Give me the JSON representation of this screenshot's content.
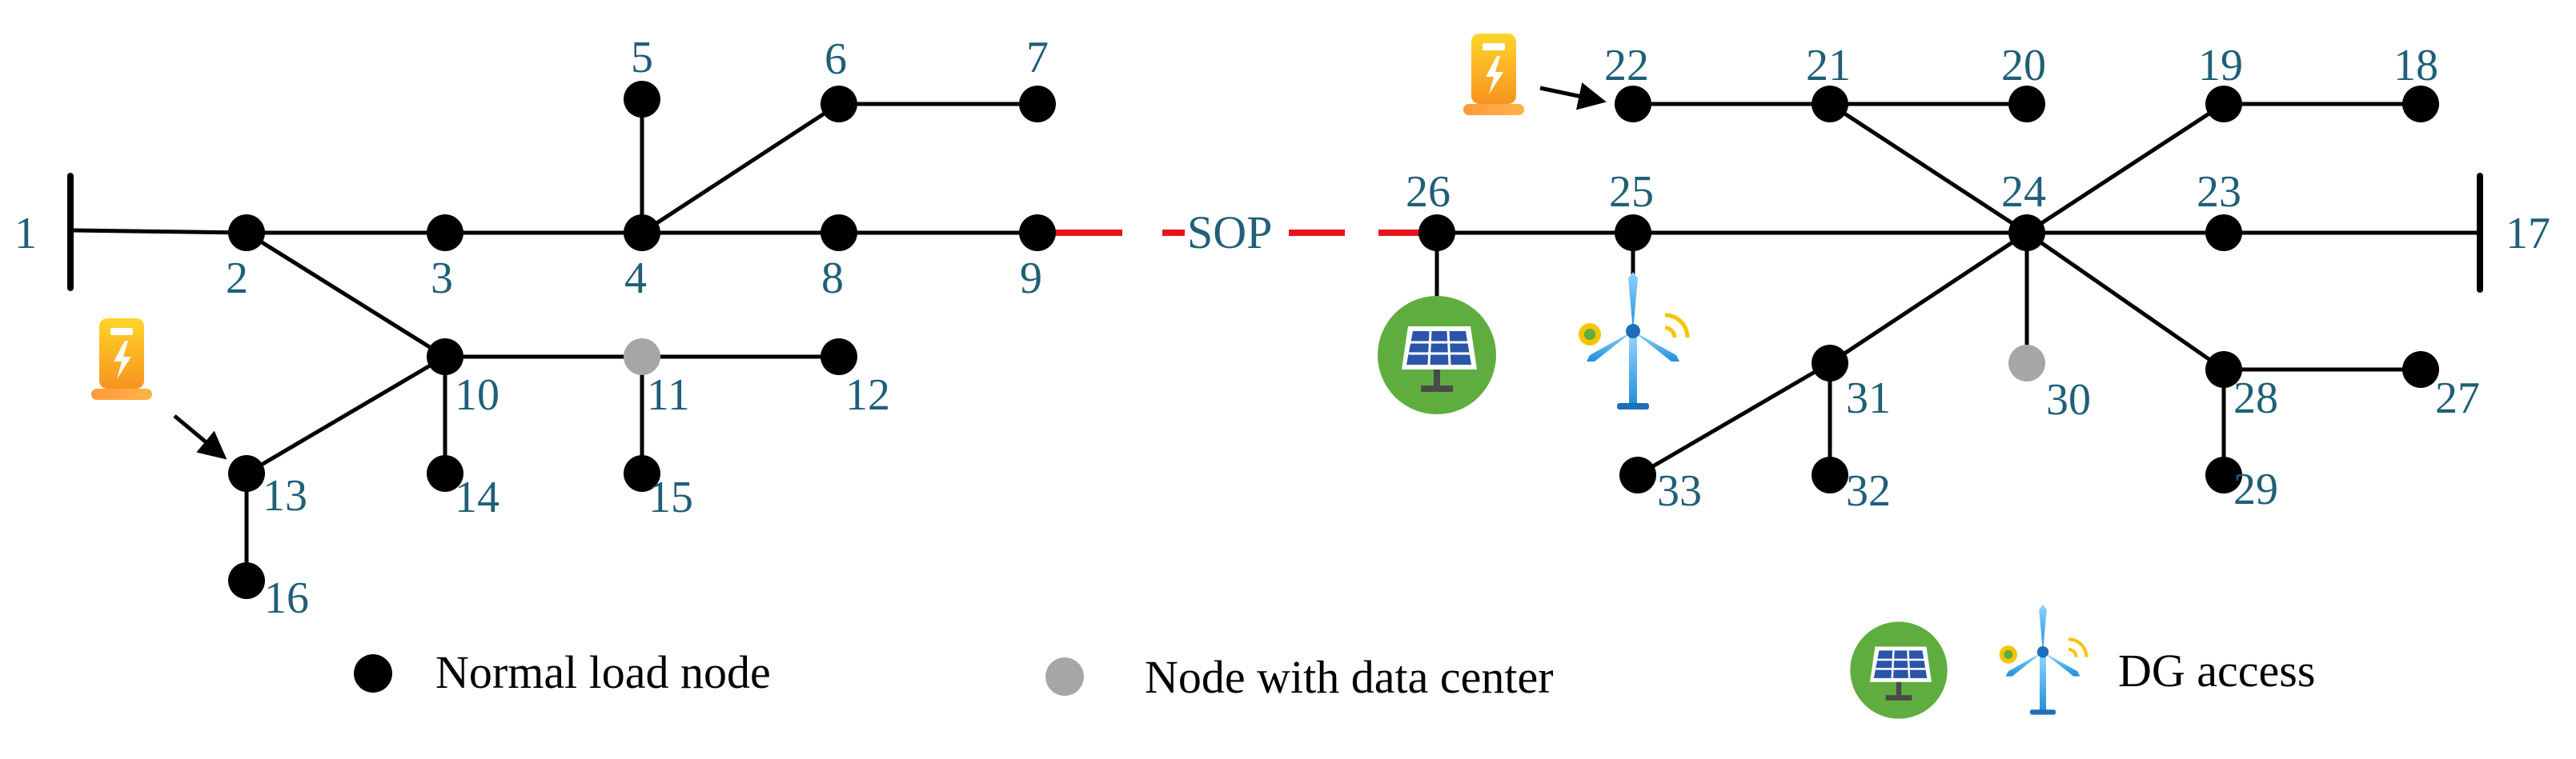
{
  "colors": {
    "normal_node": "#000000",
    "data_center_node": "#a6a6a6",
    "node_label": "#1f5f78",
    "sop_line": "#e8141b",
    "solar_bg": "#5fad3f",
    "wind_blade": "#2fa0e0"
  },
  "nodes": [
    {
      "id": "n2",
      "label": "2",
      "type": "normal"
    },
    {
      "id": "n3",
      "label": "3",
      "type": "normal"
    },
    {
      "id": "n4",
      "label": "4",
      "type": "normal"
    },
    {
      "id": "n5",
      "label": "5",
      "type": "normal"
    },
    {
      "id": "n6",
      "label": "6",
      "type": "normal"
    },
    {
      "id": "n7",
      "label": "7",
      "type": "normal"
    },
    {
      "id": "n8",
      "label": "8",
      "type": "normal"
    },
    {
      "id": "n9",
      "label": "9",
      "type": "normal"
    },
    {
      "id": "n10",
      "label": "10",
      "type": "normal"
    },
    {
      "id": "n11",
      "label": "11",
      "type": "data-center"
    },
    {
      "id": "n12",
      "label": "12",
      "type": "normal"
    },
    {
      "id": "n13",
      "label": "13",
      "type": "normal"
    },
    {
      "id": "n14",
      "label": "14",
      "type": "normal"
    },
    {
      "id": "n15",
      "label": "15",
      "type": "normal"
    },
    {
      "id": "n16",
      "label": "16",
      "type": "normal"
    },
    {
      "id": "n18",
      "label": "18",
      "type": "normal"
    },
    {
      "id": "n19",
      "label": "19",
      "type": "normal"
    },
    {
      "id": "n20",
      "label": "20",
      "type": "normal"
    },
    {
      "id": "n21",
      "label": "21",
      "type": "normal"
    },
    {
      "id": "n22",
      "label": "22",
      "type": "normal"
    },
    {
      "id": "n23",
      "label": "23",
      "type": "normal"
    },
    {
      "id": "n24",
      "label": "24",
      "type": "normal"
    },
    {
      "id": "n25",
      "label": "25",
      "type": "normal"
    },
    {
      "id": "n26",
      "label": "26",
      "type": "normal"
    },
    {
      "id": "n27",
      "label": "27",
      "type": "normal"
    },
    {
      "id": "n28",
      "label": "28",
      "type": "normal"
    },
    {
      "id": "n29",
      "label": "29",
      "type": "normal"
    },
    {
      "id": "n30",
      "label": "30",
      "type": "data-center"
    },
    {
      "id": "n31",
      "label": "31",
      "type": "normal"
    },
    {
      "id": "n32",
      "label": "32",
      "type": "normal"
    },
    {
      "id": "n33",
      "label": "33",
      "type": "normal"
    }
  ],
  "buses": [
    {
      "id": "b1",
      "label": "1"
    },
    {
      "id": "b17",
      "label": "17"
    }
  ],
  "edges": [
    [
      "b1",
      "n2"
    ],
    [
      "n2",
      "n3"
    ],
    [
      "n3",
      "n4"
    ],
    [
      "n4",
      "n5"
    ],
    [
      "n4",
      "n6"
    ],
    [
      "n6",
      "n7"
    ],
    [
      "n4",
      "n8"
    ],
    [
      "n8",
      "n9"
    ],
    [
      "n2",
      "n10"
    ],
    [
      "n10",
      "n11"
    ],
    [
      "n11",
      "n12"
    ],
    [
      "n10",
      "n13"
    ],
    [
      "n13",
      "n16"
    ],
    [
      "n10",
      "n14"
    ],
    [
      "n11",
      "n15"
    ],
    [
      "n26",
      "n25"
    ],
    [
      "n25",
      "n24"
    ],
    [
      "n24",
      "n23"
    ],
    [
      "n23",
      "b17"
    ],
    [
      "n22",
      "n21"
    ],
    [
      "n21",
      "n20"
    ],
    [
      "n21",
      "n24"
    ],
    [
      "n24",
      "n19"
    ],
    [
      "n19",
      "n18"
    ],
    [
      "n24",
      "n31"
    ],
    [
      "n31",
      "n33"
    ],
    [
      "n31",
      "n32"
    ],
    [
      "n24",
      "n30"
    ],
    [
      "n24",
      "n28"
    ],
    [
      "n28",
      "n27"
    ],
    [
      "n28",
      "n29"
    ]
  ],
  "sop": {
    "label": "SOP"
  },
  "legend": {
    "normal": "Normal load node",
    "data_center": "Node with data center",
    "dg": "DG access"
  }
}
